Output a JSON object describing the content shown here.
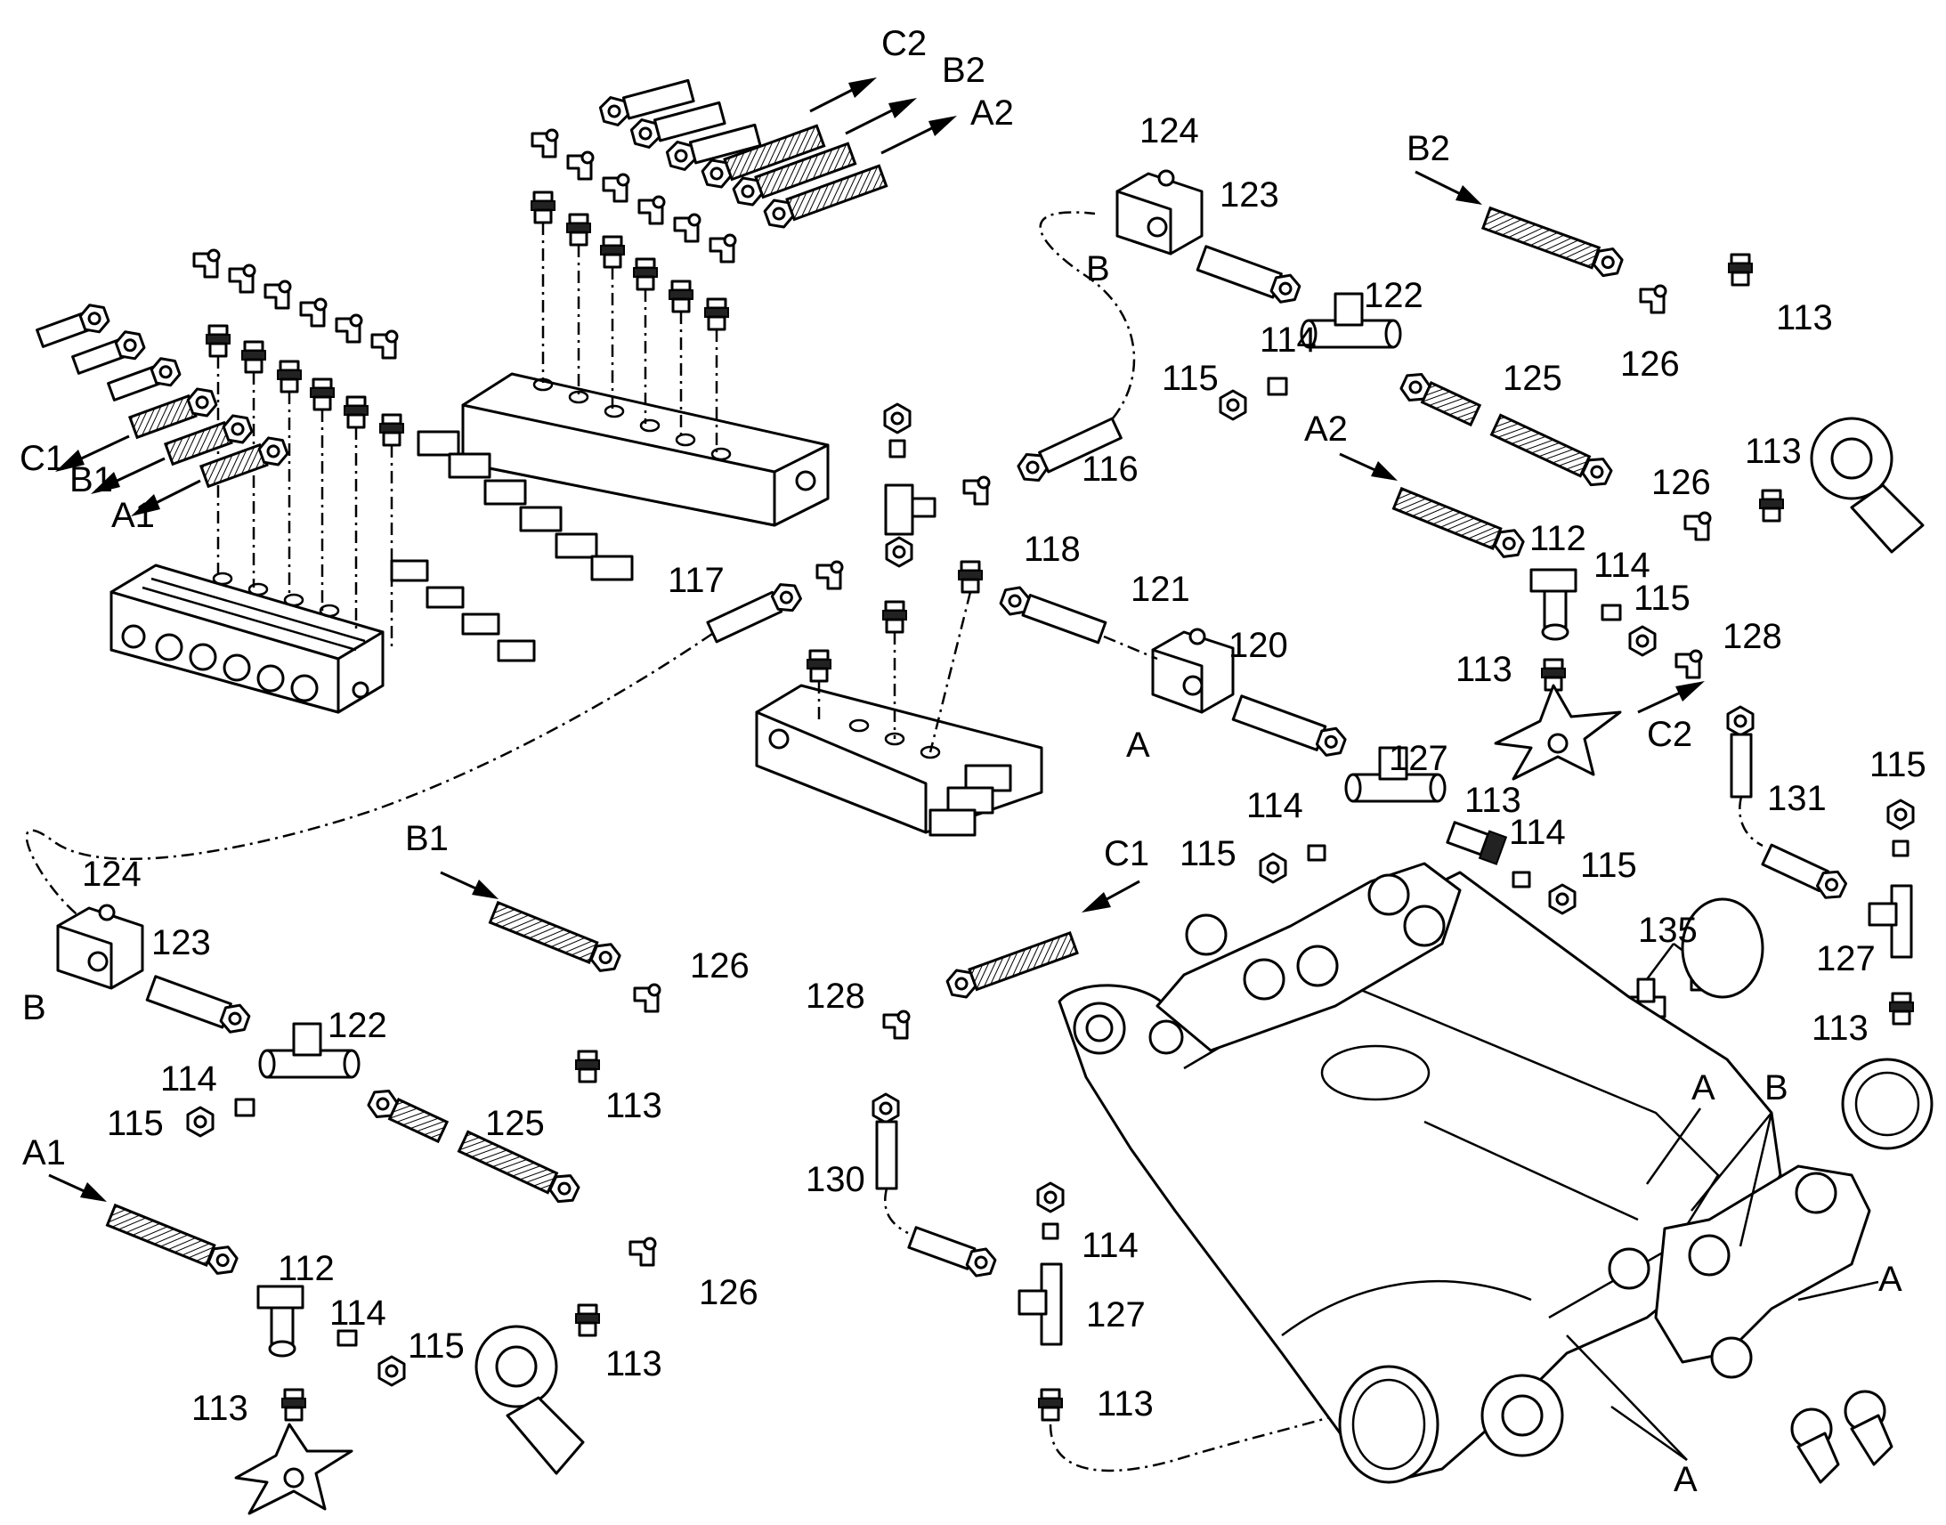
{
  "labels": [
    {
      "id": "c2-top",
      "text": "C2"
    },
    {
      "id": "b2-top",
      "text": "B2"
    },
    {
      "id": "a2-top",
      "text": "A2"
    },
    {
      "id": "c1-left",
      "text": "C1"
    },
    {
      "id": "b1-left",
      "text": "B1"
    },
    {
      "id": "a1-left",
      "text": "A1"
    },
    {
      "id": "n117",
      "text": "117"
    },
    {
      "id": "n124-top",
      "text": "124"
    },
    {
      "id": "n123-top",
      "text": "123"
    },
    {
      "id": "b-top",
      "text": "B"
    },
    {
      "id": "n122-top",
      "text": "122"
    },
    {
      "id": "n114-top",
      "text": "114"
    },
    {
      "id": "n115-top",
      "text": "115"
    },
    {
      "id": "n116",
      "text": "116"
    },
    {
      "id": "n125-top",
      "text": "125"
    },
    {
      "id": "a2-mid",
      "text": "A2"
    },
    {
      "id": "b2-right",
      "text": "B2"
    },
    {
      "id": "n113-tr",
      "text": "113"
    },
    {
      "id": "n126-tr",
      "text": "126"
    },
    {
      "id": "n113-tr2",
      "text": "113"
    },
    {
      "id": "n126-tr2",
      "text": "126"
    },
    {
      "id": "n112-r",
      "text": "112"
    },
    {
      "id": "n114-r",
      "text": "114"
    },
    {
      "id": "n115-r",
      "text": "115"
    },
    {
      "id": "n118",
      "text": "118"
    },
    {
      "id": "n121",
      "text": "121"
    },
    {
      "id": "n120",
      "text": "120"
    },
    {
      "id": "a-mid",
      "text": "A"
    },
    {
      "id": "n113-r",
      "text": "113"
    },
    {
      "id": "n128-r",
      "text": "128"
    },
    {
      "id": "c2-right",
      "text": "C2"
    },
    {
      "id": "n127-mid",
      "text": "127"
    },
    {
      "id": "n114-mid",
      "text": "114"
    },
    {
      "id": "n115-mid",
      "text": "115"
    },
    {
      "id": "n113-mid",
      "text": "113"
    },
    {
      "id": "n114-mid2",
      "text": "114"
    },
    {
      "id": "n115-mid2",
      "text": "115"
    },
    {
      "id": "n131",
      "text": "131"
    },
    {
      "id": "n115-far",
      "text": "115"
    },
    {
      "id": "n127-far",
      "text": "127"
    },
    {
      "id": "n113-far",
      "text": "113"
    },
    {
      "id": "n135",
      "text": "135"
    },
    {
      "id": "c1-mid",
      "text": "C1"
    },
    {
      "id": "b1-mid",
      "text": "B1"
    },
    {
      "id": "n124-left",
      "text": "124"
    },
    {
      "id": "n123-left",
      "text": "123"
    },
    {
      "id": "b-left",
      "text": "B"
    },
    {
      "id": "n122-left",
      "text": "122"
    },
    {
      "id": "n114-left",
      "text": "114"
    },
    {
      "id": "n115-left",
      "text": "115"
    },
    {
      "id": "n126-left",
      "text": "126"
    },
    {
      "id": "n113-left",
      "text": "113"
    },
    {
      "id": "n125-left",
      "text": "125"
    },
    {
      "id": "a1-bottom",
      "text": "A1"
    },
    {
      "id": "n112-left",
      "text": "112"
    },
    {
      "id": "n114-left2",
      "text": "114"
    },
    {
      "id": "n115-left2",
      "text": "115"
    },
    {
      "id": "n113-left2",
      "text": "113"
    },
    {
      "id": "n126-left2",
      "text": "126"
    },
    {
      "id": "n113-left3",
      "text": "113"
    },
    {
      "id": "n128-mid",
      "text": "128"
    },
    {
      "id": "n130",
      "text": "130"
    },
    {
      "id": "n114-bot",
      "text": "114"
    },
    {
      "id": "n127-bot",
      "text": "127"
    },
    {
      "id": "n113-bot",
      "text": "113"
    },
    {
      "id": "a-boom1",
      "text": "A"
    },
    {
      "id": "b-boom",
      "text": "B"
    },
    {
      "id": "a-boom2",
      "text": "A"
    },
    {
      "id": "a-boom3",
      "text": "A"
    }
  ]
}
